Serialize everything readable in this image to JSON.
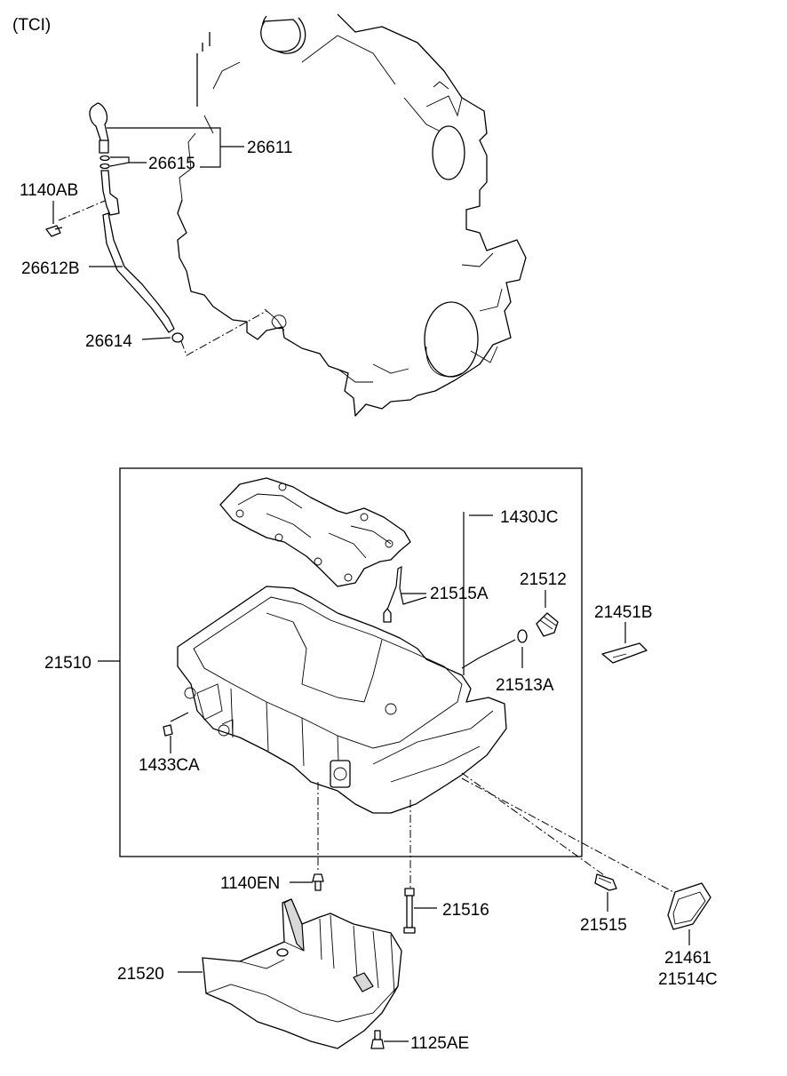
{
  "variant_label": "(TCI)",
  "callouts": {
    "c26611": "26611",
    "c26615": "26615",
    "c1140AB": "1140AB",
    "c26612B": "26612B",
    "c26614": "26614",
    "c1430JC": "1430JC",
    "c21515A": "21515A",
    "c21512": "21512",
    "c21451B": "21451B",
    "c21510": "21510",
    "c21513A": "21513A",
    "c1433CA": "1433CA",
    "c1140EN": "1140EN",
    "c21516": "21516",
    "c21515": "21515",
    "c21520": "21520",
    "c21461": "21461",
    "c21514C": "21514C",
    "c1125AE": "1125AE"
  }
}
